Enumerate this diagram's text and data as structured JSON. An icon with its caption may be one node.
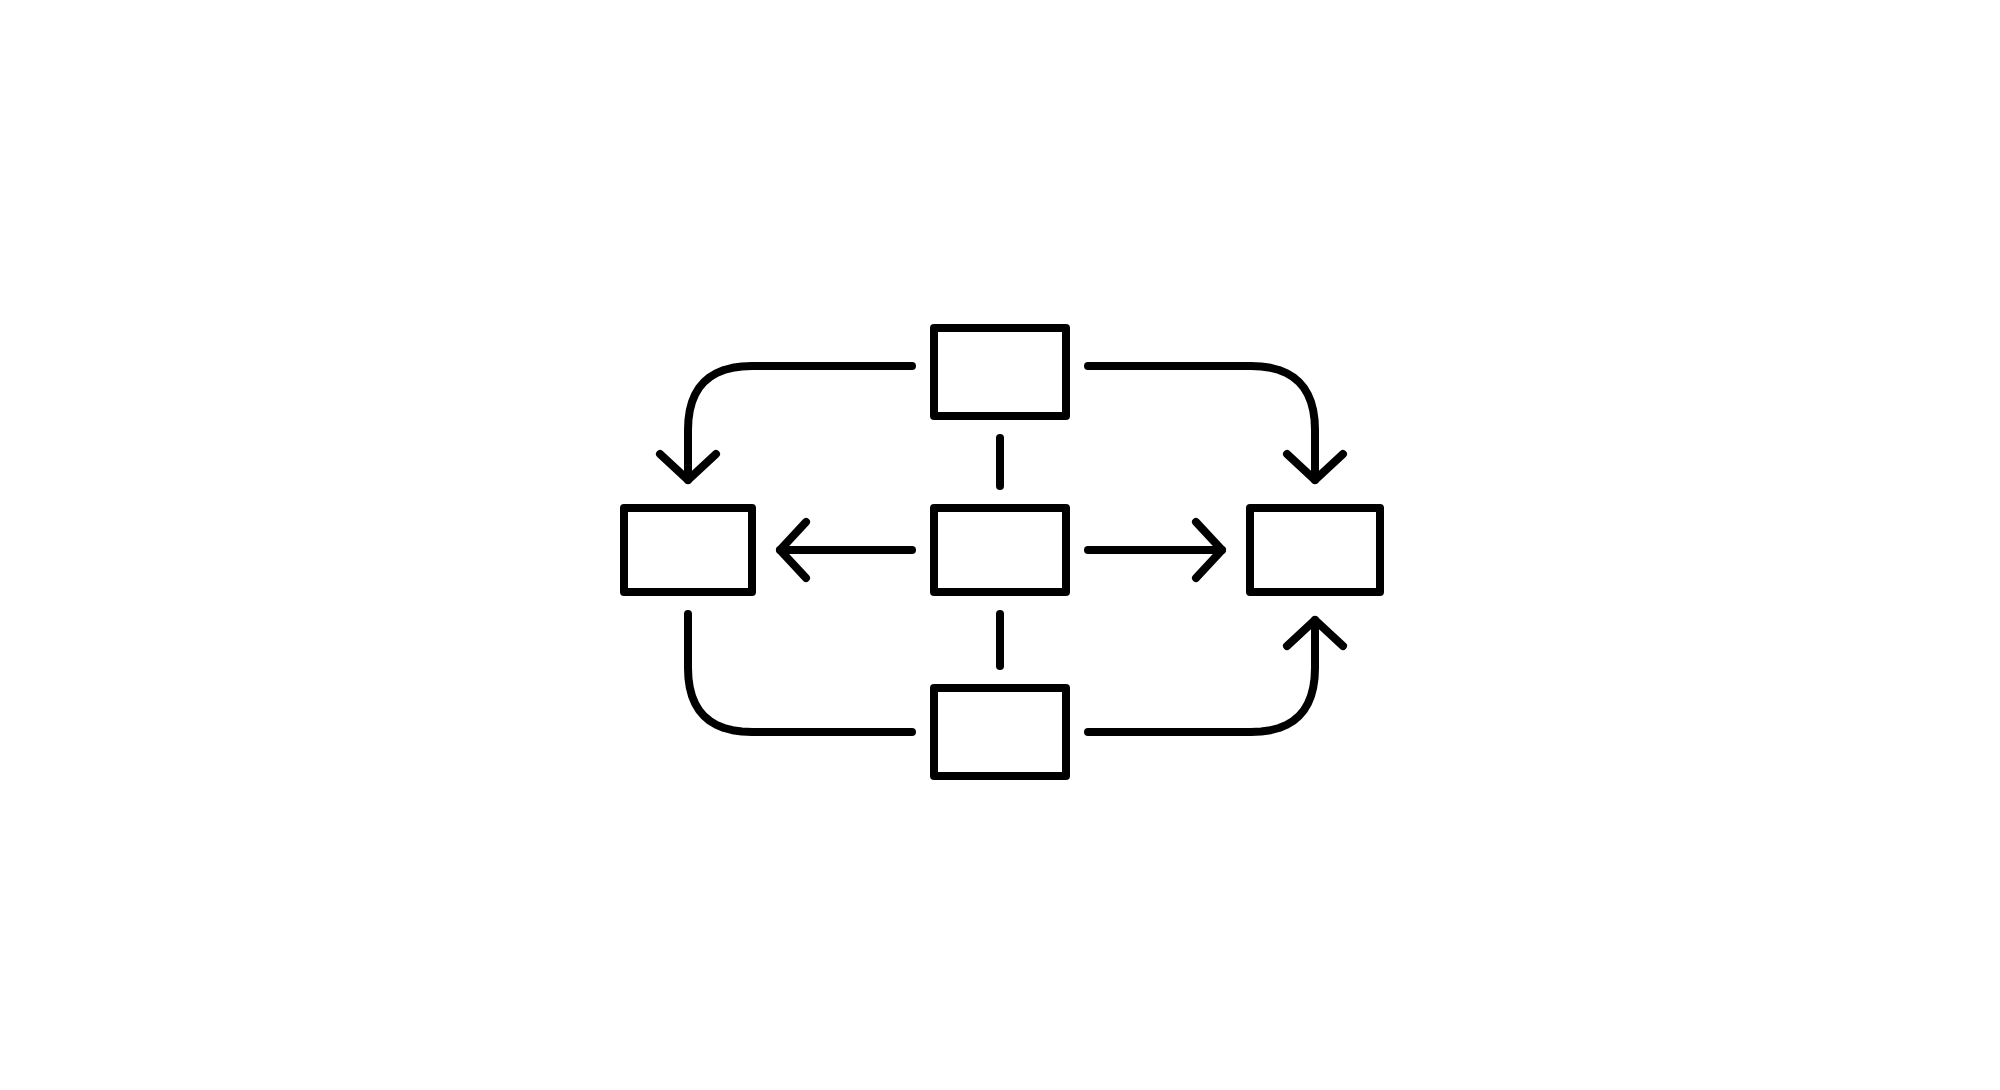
{
  "diagram": {
    "nodes": [
      {
        "text": [],
        "shape": "box"
      },
      {
        "text": [],
        "shape": "box"
      },
      {
        "text": [],
        "shape": "box"
      },
      {
        "text": [],
        "shape": "box"
      },
      {
        "text": [],
        "shape": "box"
      }
    ],
    "edges": [
      {
        "from": 0,
        "to": 1,
        "arrow": "to"
      },
      {
        "from": 0,
        "to": 3,
        "arrow": "to"
      },
      {
        "from": 0,
        "to": 2,
        "arrow": "none"
      },
      {
        "from": 2,
        "to": 1,
        "arrow": "to"
      },
      {
        "from": 2,
        "to": 3,
        "arrow": "to"
      },
      {
        "from": 2,
        "to": 4,
        "arrow": "none"
      },
      {
        "from": 1,
        "to": 4,
        "arrow": "none"
      },
      {
        "from": 4,
        "to": 3,
        "arrow": "to"
      }
    ]
  }
}
